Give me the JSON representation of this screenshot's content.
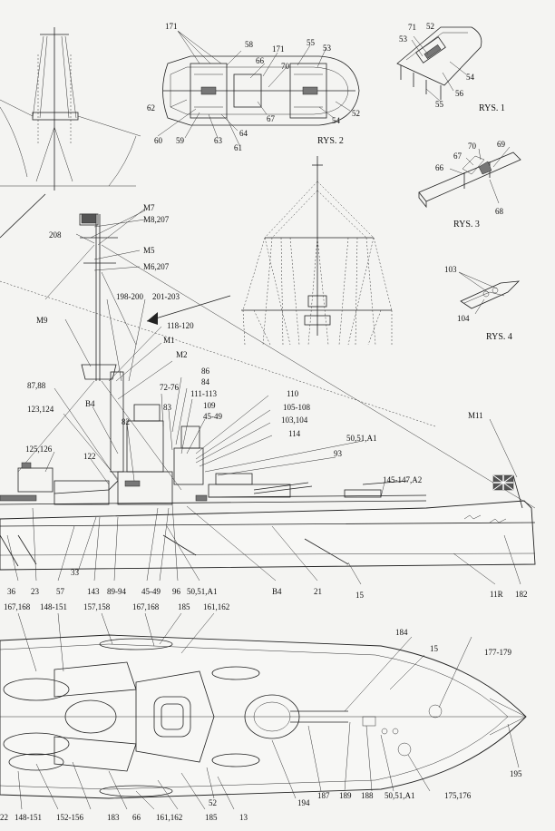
{
  "captions": {
    "rys1": "RYS. 1",
    "rys2": "RYS. 2",
    "rys3": "RYS. 3",
    "rys4": "RYS. 4"
  },
  "labels": {
    "l171a": "171",
    "l58": "58",
    "l171b": "171",
    "l55a": "55",
    "l53a": "53",
    "l66a": "66",
    "l70a": "70",
    "l62": "62",
    "l67a": "67",
    "l54a": "54",
    "l52a": "52",
    "l60": "60",
    "l59": "59",
    "l63": "63",
    "l64": "64",
    "l61": "61",
    "l71": "71",
    "l52b": "52",
    "l53b": "53",
    "l54b": "54",
    "l56": "56",
    "l55b": "55",
    "l70b": "70",
    "l69": "69",
    "l67b": "67",
    "l66b": "66",
    "l68": "68",
    "l103": "103",
    "l104": "104",
    "lM7": "M7",
    "lM8": "M8,207",
    "l208": "208",
    "lM5": "M5",
    "lM6": "M6,207",
    "l198": "198-200",
    "l201": "201-203",
    "l118": "118-120",
    "lM1": "M1",
    "lM9": "M9",
    "lM2": "M2",
    "l86": "86",
    "l87": "87,88",
    "l84": "84",
    "l72": "72-76",
    "l111": "111-113",
    "l110": "110",
    "l105": "105-108",
    "l103b": "103,104",
    "l109": "109",
    "l83": "83",
    "l45a": "45-49",
    "l123": "123,124",
    "lB4a": "B4",
    "l82": "82",
    "l114": "114",
    "lM11": "M11",
    "l50a": "50,51,A1",
    "l125": "125,126",
    "l93": "93",
    "l122": "122",
    "l145": "145-147,A2",
    "l36": "36",
    "l23": "23",
    "l57": "57",
    "l33": "33",
    "l143": "143",
    "l89": "89-94",
    "l45b": "45-49",
    "l96": "96",
    "l50b": "50,51,A1",
    "lB4b": "B4",
    "l21": "21",
    "l15a": "15",
    "l11R": "11R",
    "l182": "182",
    "l167a": "167,168",
    "l148a": "148-151",
    "l157": "157,158",
    "l167b": "167,168",
    "l185a": "185",
    "l161a": "161,162",
    "l184": "184",
    "l15b": "15",
    "l177": "177-179",
    "l195": "195",
    "l22": "22",
    "l148b": "148-151",
    "l152": "152-156",
    "l183": "183",
    "l66c": "66",
    "l161b": "161,162",
    "l185b": "185",
    "l52c": "52",
    "l13": "13",
    "l194": "194",
    "l187": "187",
    "l189": "189",
    "l188": "188",
    "l50c": "50,51,A1",
    "l175": "175,176"
  },
  "colors": {
    "ink": "#222222",
    "paper": "#f4f4f2",
    "flag": "#555555"
  }
}
